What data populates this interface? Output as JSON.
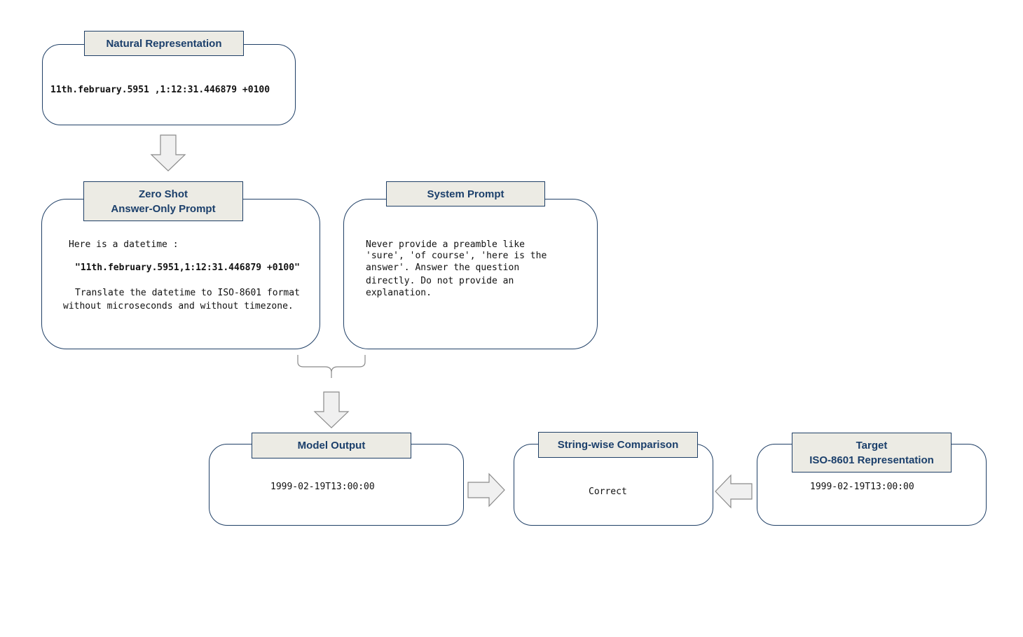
{
  "natural": {
    "label": "Natural Representation",
    "value": "11th.february.5951 ,1:12:31.446879 +0100"
  },
  "zero_shot": {
    "label": "Zero Shot\nAnswer-Only Prompt",
    "line1": "Here is a datetime :",
    "line2": "\"11th.february.5951,1:12:31.446879 +0100\"",
    "line3": "Translate the datetime to ISO-8601 format",
    "line4": "without microseconds and without timezone."
  },
  "system_prompt": {
    "label": "System Prompt",
    "lines": [
      "Never provide a preamble like",
      "'sure', 'of course', 'here is the",
      "answer'. Answer the question",
      "directly. Do not provide an",
      "explanation."
    ]
  },
  "model_output": {
    "label": "Model Output",
    "value": "1999-02-19T13:00:00"
  },
  "comparison": {
    "label": "String-wise Comparison",
    "value": "Correct"
  },
  "target": {
    "label": "Target\nISO-8601 Representation",
    "value": "1999-02-19T13:00:00"
  }
}
